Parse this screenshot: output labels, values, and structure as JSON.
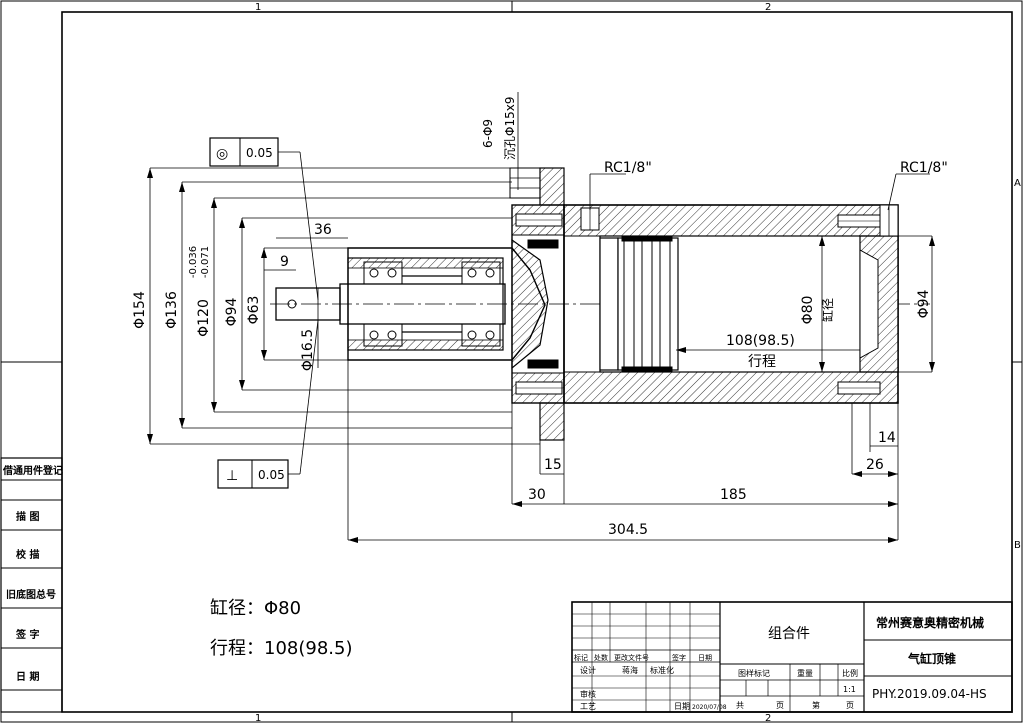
{
  "frame": {
    "zone_cols": [
      "1",
      "2"
    ],
    "zone_rows": [
      "A",
      "B"
    ]
  },
  "left_strip": [
    "借通用件登记",
    "描 图",
    "校 描",
    "旧底图总号",
    "签 字",
    "日 期"
  ],
  "tolerances": {
    "concentricity": {
      "symbol": "◎",
      "value": "0.05"
    },
    "perpendicularity": {
      "symbol": "⊥",
      "value": "0.05"
    }
  },
  "dimensions": {
    "d154": "Φ154",
    "d136": "Φ136",
    "d120": "Φ120",
    "d120_tol_upper": "-0.036",
    "d120_tol_lower": "-0.071",
    "d94_left": "Φ94",
    "d63": "Φ63",
    "d16_5": "Φ16.5",
    "len36": "36",
    "len9": "9",
    "holes": "6-Φ9",
    "counterbore": "沉孔Φ15x9",
    "rc_left": "RC1/8\"",
    "rc_right": "RC1/8\"",
    "d80": "Φ80",
    "bore_label": "缸径",
    "stroke_value": "108(98.5)",
    "stroke_label": "行程",
    "d94_right": "Φ94",
    "len14": "14",
    "len15": "15",
    "len26": "26",
    "len30": "30",
    "len185": "185",
    "len304_5": "304.5"
  },
  "notes": {
    "bore": "缸径：Φ80",
    "stroke": "行程：108(98.5)"
  },
  "title_block": {
    "assembly": "组合件",
    "company": "常州赛意奥精密机械",
    "part_name": "气缸顶锥",
    "drawing_no": "PHY.2019.09.04-HS",
    "revision_headers": [
      "标记",
      "处数",
      "更改文件号",
      "签字",
      "日期"
    ],
    "design_label": "设计",
    "designer": "蒋海",
    "standardize_label": "标准化",
    "stage_mark_label": "图样标记",
    "weight_label": "重量",
    "scale_label": "比例",
    "scale_value": "1:1",
    "review_label": "审核",
    "process_label": "工艺",
    "date_label": "日期",
    "date_value": "2020/07/08",
    "total_label": "共",
    "sheet_label": "页",
    "page_label": "第",
    "page_unit": "页"
  }
}
